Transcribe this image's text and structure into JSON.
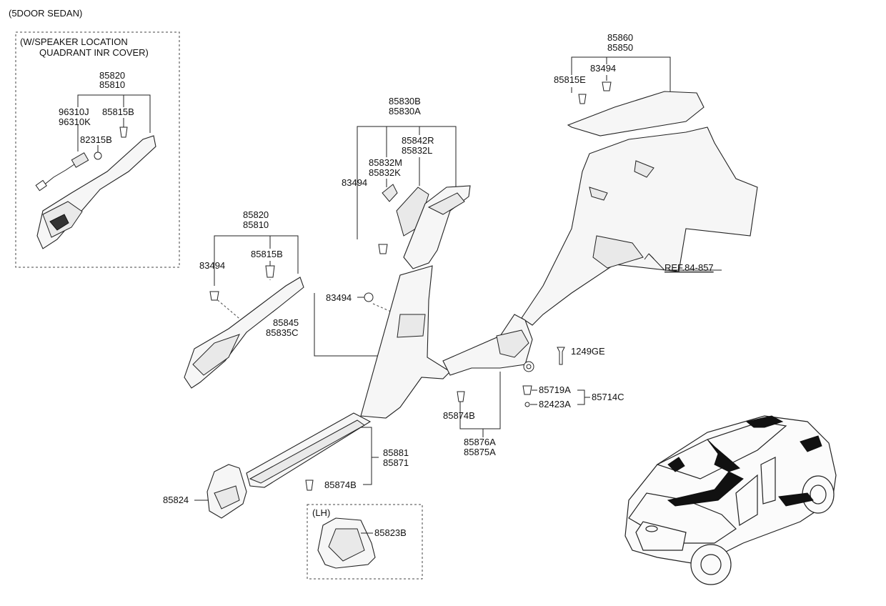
{
  "header": {
    "title": "(5DOOR SEDAN)"
  },
  "speaker_box": {
    "title_line1": "(W/SPEAKER LOCATION",
    "title_line2": "QUADRANT INR COVER)",
    "part_top1": "85820",
    "part_top2": "85810",
    "part_a1": "96310J",
    "part_a2": "96310K",
    "part_b": "85815B",
    "part_c": "82315B"
  },
  "a_pillar": {
    "part_top1": "85820",
    "part_top2": "85810",
    "clip": "83494",
    "screw": "85815B"
  },
  "b_pillar_upper": {
    "part_top1": "85830B",
    "part_top2": "85830A",
    "part_r": "85842R",
    "part_l": "85832L",
    "part_m": "85832M",
    "part_k": "85832K",
    "clip": "83494"
  },
  "b_pillar_lower": {
    "clip": "83494",
    "part1": "85845",
    "part2": "85835C"
  },
  "quarter_trim": {
    "part_top1": "85860",
    "part_top2": "85850",
    "clip": "83494",
    "screw": "85815E",
    "ref": "REF.84-857"
  },
  "rear_hardware": {
    "bolt": "1249GE",
    "clip_a": "85719A",
    "clip_b": "82423A",
    "group": "85714C"
  },
  "rear_scuff": {
    "clip": "85874B",
    "part1": "85876A",
    "part2": "85875A"
  },
  "front_scuff": {
    "part1": "85881",
    "part2": "85871",
    "clip": "85874B"
  },
  "cowl": {
    "part": "85824"
  },
  "lh_box": {
    "title": "(LH)",
    "part": "85823B"
  }
}
